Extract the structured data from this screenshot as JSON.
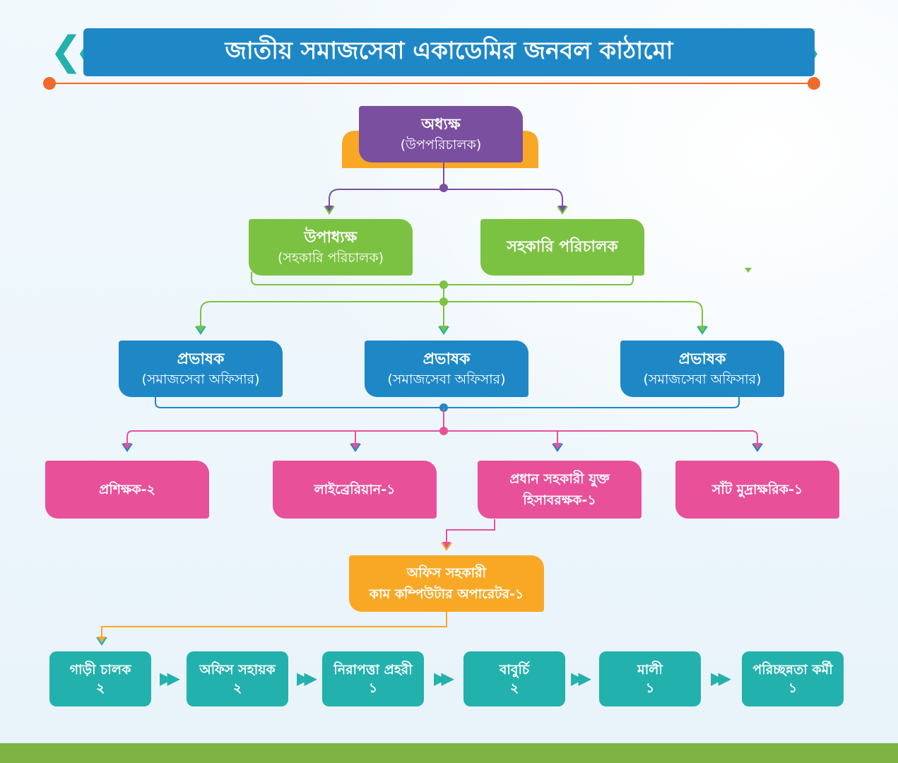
{
  "title": "জাতীয় সমাজসেবা একাডেমির জনবল কাঠামো",
  "colors": {
    "purple": "#7b4fa0",
    "green": "#7cc242",
    "blue": "#1e88c7",
    "pink": "#e8509a",
    "orange": "#f9a825",
    "teal": "#23b1ad"
  },
  "head": {
    "main": "অধ্যক্ষ",
    "sub": "(উপপরিচালক)"
  },
  "level2": [
    {
      "main": "উপাধ্যক্ষ",
      "sub": "(সহকারি পরিচালক)"
    },
    {
      "main": "সহকারি পরিচালক"
    }
  ],
  "level3": [
    {
      "main": "প্রভাষক",
      "sub": "(সমাজসেবা অফিসার)"
    },
    {
      "main": "প্রভাষক",
      "sub": "(সমাজসেবা অফিসার)"
    },
    {
      "main": "প্রভাষক",
      "sub": "(সমাজসেবা অফিসার)"
    }
  ],
  "level4": [
    {
      "main": "প্রশিক্ষক-২"
    },
    {
      "main": "লাইব্রেরিয়ান-১"
    },
    {
      "main": "প্রধান সহকারী যুক্ত",
      "sub": "হিসাবরক্ষক-১"
    },
    {
      "main": "সাঁট মুদ্রাক্ষরিক-১"
    }
  ],
  "level5": {
    "main": "অফিস সহকারী",
    "sub": "কাম কম্পিউটার অপারেটর-১"
  },
  "level6": [
    {
      "main": "গাড়ী চালক",
      "sub": "২"
    },
    {
      "main": "অফিস সহায়ক",
      "sub": "২"
    },
    {
      "main": "নিরাপত্তা প্রহরী",
      "sub": "১"
    },
    {
      "main": "বাবুর্চি",
      "sub": "২"
    },
    {
      "main": "মালী",
      "sub": "১"
    },
    {
      "main": "পরিচ্ছন্নতা কর্মী",
      "sub": "১"
    }
  ]
}
